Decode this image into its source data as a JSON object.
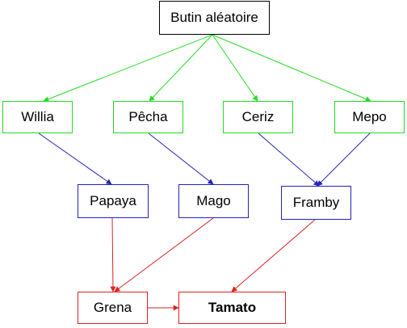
{
  "nodes": {
    "root": "Butin aléatoire",
    "willia": "Willia",
    "pecha": "Pêcha",
    "ceriz": "Ceriz",
    "mepo": "Mepo",
    "papaya": "Papaya",
    "mago": "Mago",
    "framby": "Framby",
    "grena": "Grena",
    "tamato": "Tamato"
  },
  "edges": [
    {
      "from": "root",
      "to": "willia",
      "color": "green"
    },
    {
      "from": "root",
      "to": "pecha",
      "color": "green"
    },
    {
      "from": "root",
      "to": "ceriz",
      "color": "green"
    },
    {
      "from": "root",
      "to": "mepo",
      "color": "green"
    },
    {
      "from": "willia",
      "to": "papaya",
      "color": "blue"
    },
    {
      "from": "pecha",
      "to": "mago",
      "color": "blue"
    },
    {
      "from": "ceriz",
      "to": "framby",
      "color": "blue"
    },
    {
      "from": "mepo",
      "to": "framby",
      "color": "blue"
    },
    {
      "from": "papaya",
      "to": "grena",
      "color": "red"
    },
    {
      "from": "mago",
      "to": "grena",
      "color": "red"
    },
    {
      "from": "framby",
      "to": "tamato",
      "color": "red"
    },
    {
      "from": "grena",
      "to": "tamato",
      "color": "red"
    }
  ],
  "colors": {
    "green": "#22dd22",
    "blue": "#2222bb",
    "red": "#dd2222",
    "root": "#000000"
  }
}
